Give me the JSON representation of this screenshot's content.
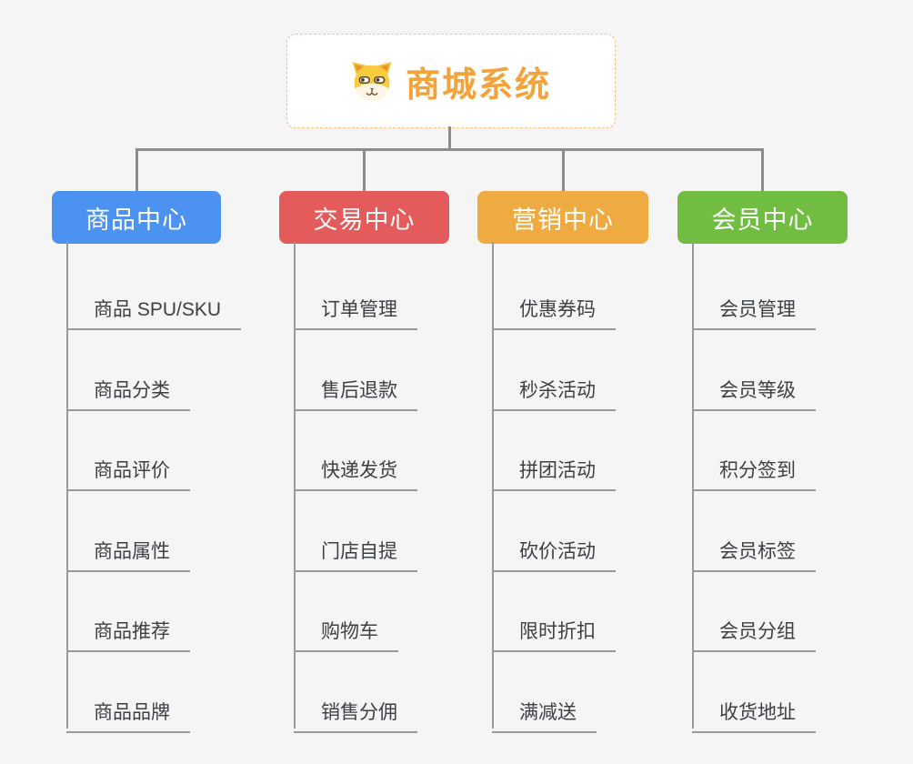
{
  "page": {
    "background_color": "#f5f5f6",
    "connector_color": "#8c8c8c"
  },
  "root": {
    "title": "商城系统",
    "icon": "dog-face-icon",
    "text_color": "#f2a33c",
    "border_color": "#f3c47e",
    "background_color": "#ffffff"
  },
  "branches": [
    {
      "label": "商品中心",
      "color": "#4c92f0",
      "children": [
        "商品 SPU/SKU",
        "商品分类",
        "商品评价",
        "商品属性",
        "商品推荐",
        "商品品牌"
      ]
    },
    {
      "label": "交易中心",
      "color": "#e45b5b",
      "children": [
        "订单管理",
        "售后退款",
        "快递发货",
        "门店自提",
        "购物车",
        "销售分佣"
      ]
    },
    {
      "label": "营销中心",
      "color": "#edab42",
      "children": [
        "优惠券码",
        "秒杀活动",
        "拼团活动",
        "砍价活动",
        "限时折扣",
        "满减送"
      ]
    },
    {
      "label": "会员中心",
      "color": "#70bd41",
      "children": [
        "会员管理",
        "会员等级",
        "积分签到",
        "会员标签",
        "会员分组",
        "收货地址"
      ]
    }
  ]
}
